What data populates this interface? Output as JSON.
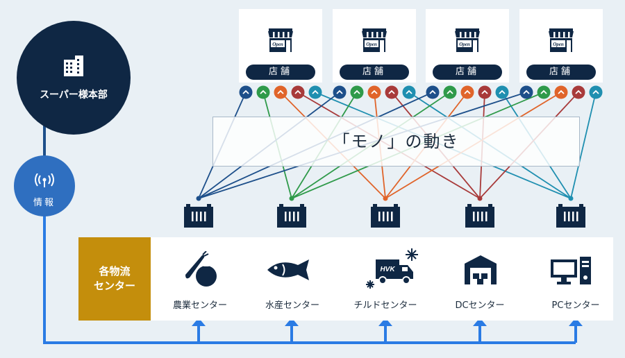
{
  "hq": {
    "label": "スーパー様本部",
    "icon": "building-icon"
  },
  "info": {
    "label": "情報",
    "icon": "wifi-signal-icon"
  },
  "goods_flow": {
    "label": "「モノ」の動き"
  },
  "stores": [
    {
      "label": "店舗",
      "sign": "Open",
      "icon": "storefront-icon"
    },
    {
      "label": "店舗",
      "sign": "Open",
      "icon": "storefront-icon"
    },
    {
      "label": "店舗",
      "sign": "Open",
      "icon": "storefront-icon"
    },
    {
      "label": "店舗",
      "sign": "Open",
      "icon": "storefront-icon"
    }
  ],
  "logistics": {
    "heading_line1": "各物流",
    "heading_line2": "センター",
    "centers": [
      {
        "label": "農業センター",
        "icon": "vegetables-icon"
      },
      {
        "label": "水産センター",
        "icon": "fish-icon"
      },
      {
        "label": "チルドセンター",
        "icon": "refrigerated-truck-icon",
        "truck_text": "HVK"
      },
      {
        "label": "DCセンター",
        "icon": "warehouse-icon"
      },
      {
        "label": "PCセンター",
        "icon": "computer-icon"
      }
    ]
  },
  "colors": {
    "navy": "#0f2744",
    "blue": "#2f6fc0",
    "gold": "#c48e0c",
    "flow": [
      "#1d4f8a",
      "#2f9a4a",
      "#e0642a",
      "#a83a3a",
      "#1f8fb0"
    ]
  }
}
